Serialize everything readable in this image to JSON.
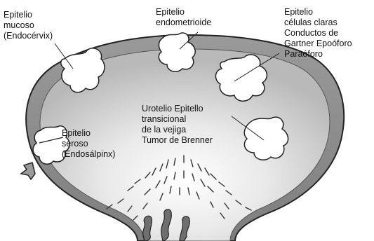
{
  "labels": {
    "mucoso": [
      "Epitelio",
      "mucoso",
      "(Endocérvix)"
    ],
    "endometrioide": [
      "Epitelio",
      "endometrioide"
    ],
    "claras": [
      "Epitelio",
      "células claras",
      "Conductos de",
      "Gartner Epoóforo",
      "Paraóforo"
    ],
    "urotelio": [
      "Urotelio Epitello",
      "transicional",
      "de la vejiga",
      "Tumor de Brenner"
    ],
    "seroso": [
      "Epitelio",
      "seroso",
      "(Endosálpinx)"
    ]
  },
  "colors": {
    "outline": "#222222",
    "wall_outer": "#8c8c8c",
    "wall_inner": "#bdbdbd",
    "cavity_center": "#ffffff",
    "cyst": "#ffffff",
    "vessel": "#6f6f6f"
  }
}
